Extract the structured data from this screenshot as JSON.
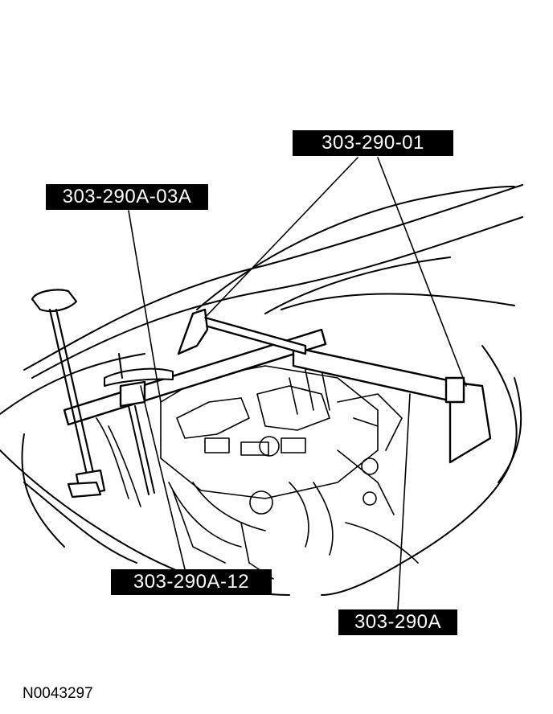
{
  "callouts": {
    "tool_303_290_01": "303-290-01",
    "tool_303_290a_03a": "303-290A-03A",
    "tool_303_290a_12": "303-290A-12",
    "tool_303_290a": "303-290A"
  },
  "figure_id": "N0043297",
  "colors": {
    "line": "#000000",
    "background": "#ffffff",
    "label_bg": "#000000",
    "label_text": "#ffffff"
  }
}
